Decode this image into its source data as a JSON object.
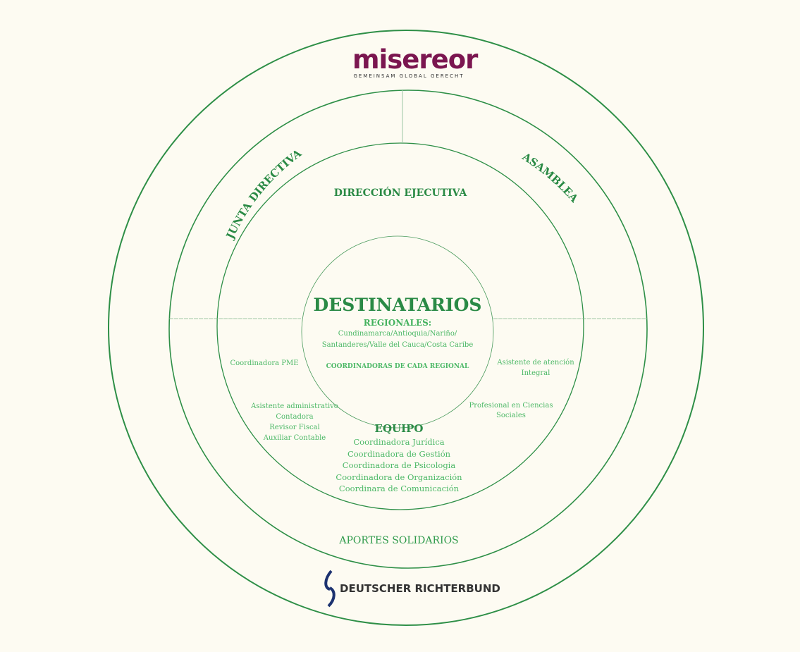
{
  "colors": {
    "ring": "#2e8f47",
    "text": "#4cb866",
    "title": "#2a8a45",
    "background": "#fdfbf2"
  },
  "logos": {
    "misereor": {
      "name": "misereor",
      "tagline": "GEMEINSAM GLOBAL GERECHT"
    },
    "richterbund": {
      "name": "DEUTSCHER RICHTERBUND"
    }
  },
  "rings": {
    "junta": "JUNTA DIRECTIVA",
    "asamblea": "ASAMBLEA",
    "direccion": "DIRECCIÓN EJECUTIVA",
    "aportes": "APORTES SOLIDARIOS"
  },
  "center": {
    "title": "DESTINATARIOS",
    "regionales_label": "REGIONALES:",
    "regionales_line1": "Cundinamarca/Antioquia/Nariño/",
    "regionales_line2": "Santanderes/Valle del Cauca/Costa Caribe",
    "coordinadoras": "COORDINADORAS DE CADA REGIONAL"
  },
  "left": {
    "pme": "Coordinadora PME",
    "admin": [
      "Asistente administrativo",
      "Contadora",
      "Revisor Fiscal",
      "Auxiliar Contable"
    ]
  },
  "right": {
    "atencion": [
      "Asistente de  atención",
      "Integral"
    ],
    "ciencias": [
      "Profesional en Ciencias",
      "Sociales"
    ]
  },
  "equipo": {
    "title": "EQUIPO",
    "members": [
      "Coordinadora Jurídica",
      "Coordinadora de Gestión",
      "Coordinadora de Psicologia",
      "Coordinadora de Organización",
      "Coordinara de Comunicación"
    ]
  }
}
